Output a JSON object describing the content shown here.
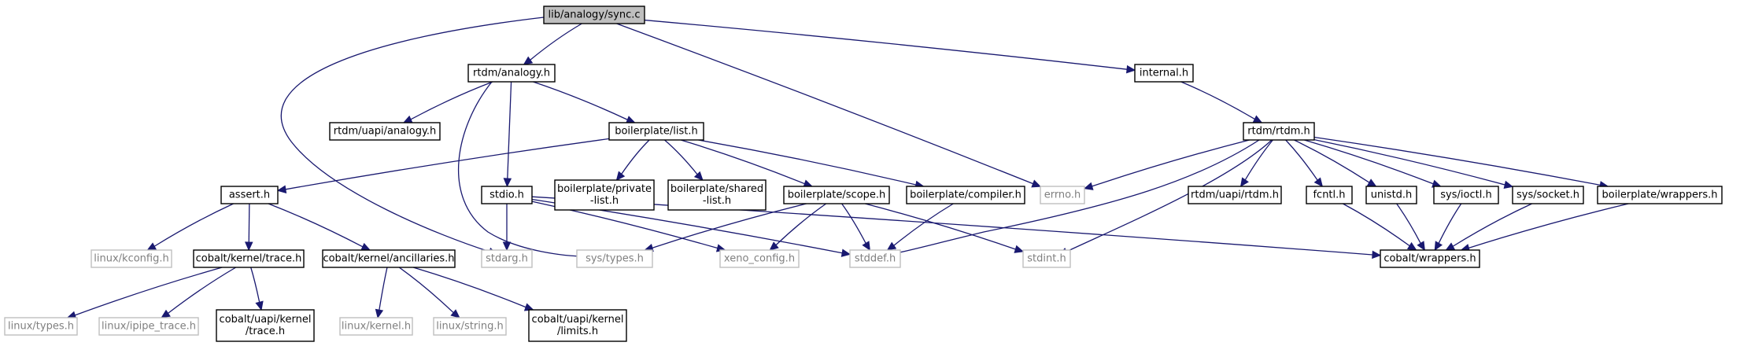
{
  "colors": {
    "edge": "#191970",
    "node_border": "#000000",
    "missing_border": "#bfbfbf",
    "root_fill": "#bfbfbf",
    "node_text": "#000000",
    "missing_text": "#7f7f7f"
  },
  "nodes": {
    "sync_c": {
      "lines": [
        "lib/analogy/sync.c"
      ],
      "style": "root"
    },
    "rtdm_analogy_h": {
      "lines": [
        "rtdm/analogy.h"
      ],
      "style": "normal"
    },
    "internal_h": {
      "lines": [
        "internal.h"
      ],
      "style": "normal"
    },
    "rtdm_uapi_analogy_h": {
      "lines": [
        "rtdm/uapi/analogy.h"
      ],
      "style": "normal"
    },
    "boilerplate_list_h": {
      "lines": [
        "boilerplate/list.h"
      ],
      "style": "normal"
    },
    "rtdm_rtdm_h": {
      "lines": [
        "rtdm/rtdm.h"
      ],
      "style": "normal"
    },
    "assert_h": {
      "lines": [
        "assert.h"
      ],
      "style": "normal"
    },
    "stdio_h": {
      "lines": [
        "stdio.h"
      ],
      "style": "normal"
    },
    "boilerplate_private_list_h": {
      "lines": [
        "boilerplate/private",
        "-list.h"
      ],
      "style": "normal"
    },
    "boilerplate_shared_list_h": {
      "lines": [
        "boilerplate/shared",
        "-list.h"
      ],
      "style": "normal"
    },
    "boilerplate_scope_h": {
      "lines": [
        "boilerplate/scope.h"
      ],
      "style": "normal"
    },
    "boilerplate_compiler_h": {
      "lines": [
        "boilerplate/compiler.h"
      ],
      "style": "normal"
    },
    "errno_h": {
      "lines": [
        "errno.h"
      ],
      "style": "missing"
    },
    "rtdm_uapi_rtdm_h": {
      "lines": [
        "rtdm/uapi/rtdm.h"
      ],
      "style": "normal"
    },
    "fcntl_h": {
      "lines": [
        "fcntl.h"
      ],
      "style": "normal"
    },
    "unistd_h": {
      "lines": [
        "unistd.h"
      ],
      "style": "normal"
    },
    "sys_ioctl_h": {
      "lines": [
        "sys/ioctl.h"
      ],
      "style": "normal"
    },
    "sys_socket_h": {
      "lines": [
        "sys/socket.h"
      ],
      "style": "normal"
    },
    "boilerplate_wrappers_h": {
      "lines": [
        "boilerplate/wrappers.h"
      ],
      "style": "normal"
    },
    "linux_kconfig_h": {
      "lines": [
        "linux/kconfig.h"
      ],
      "style": "missing"
    },
    "cobalt_kernel_trace_h": {
      "lines": [
        "cobalt/kernel/trace.h"
      ],
      "style": "normal"
    },
    "cobalt_kernel_ancillaries_h": {
      "lines": [
        "cobalt/kernel/ancillaries.h"
      ],
      "style": "normal"
    },
    "stdarg_h": {
      "lines": [
        "stdarg.h"
      ],
      "style": "missing"
    },
    "sys_types_h": {
      "lines": [
        "sys/types.h"
      ],
      "style": "missing"
    },
    "xeno_config_h": {
      "lines": [
        "xeno_config.h"
      ],
      "style": "missing"
    },
    "stddef_h": {
      "lines": [
        "stddef.h"
      ],
      "style": "missing"
    },
    "stdint_h": {
      "lines": [
        "stdint.h"
      ],
      "style": "missing"
    },
    "cobalt_wrappers_h": {
      "lines": [
        "cobalt/wrappers.h"
      ],
      "style": "normal"
    },
    "linux_types_h": {
      "lines": [
        "linux/types.h"
      ],
      "style": "missing"
    },
    "linux_ipipe_trace_h": {
      "lines": [
        "linux/ipipe_trace.h"
      ],
      "style": "missing"
    },
    "cobalt_uapi_kernel_trace_h": {
      "lines": [
        "cobalt/uapi/kernel",
        "/trace.h"
      ],
      "style": "normal"
    },
    "linux_kernel_h": {
      "lines": [
        "linux/kernel.h"
      ],
      "style": "missing"
    },
    "linux_string_h": {
      "lines": [
        "linux/string.h"
      ],
      "style": "missing"
    },
    "cobalt_uapi_kernel_limits_h": {
      "lines": [
        "cobalt/uapi/kernel",
        "/limits.h"
      ],
      "style": "normal"
    }
  },
  "edges": [
    [
      "sync_c",
      "rtdm_analogy_h"
    ],
    [
      "sync_c",
      "internal_h"
    ],
    [
      "sync_c",
      "errno_h"
    ],
    [
      "sync_c",
      "stdarg_h"
    ],
    [
      "rtdm_analogy_h",
      "rtdm_uapi_analogy_h"
    ],
    [
      "rtdm_analogy_h",
      "boilerplate_list_h"
    ],
    [
      "rtdm_analogy_h",
      "stdio_h"
    ],
    [
      "rtdm_analogy_h",
      "sys_types_h"
    ],
    [
      "internal_h",
      "rtdm_rtdm_h"
    ],
    [
      "boilerplate_list_h",
      "assert_h"
    ],
    [
      "boilerplate_list_h",
      "boilerplate_private_list_h"
    ],
    [
      "boilerplate_list_h",
      "boilerplate_shared_list_h"
    ],
    [
      "boilerplate_list_h",
      "boilerplate_scope_h"
    ],
    [
      "boilerplate_list_h",
      "boilerplate_compiler_h"
    ],
    [
      "rtdm_rtdm_h",
      "errno_h"
    ],
    [
      "rtdm_rtdm_h",
      "stddef_h"
    ],
    [
      "rtdm_rtdm_h",
      "stdint_h"
    ],
    [
      "rtdm_rtdm_h",
      "rtdm_uapi_rtdm_h"
    ],
    [
      "rtdm_rtdm_h",
      "fcntl_h"
    ],
    [
      "rtdm_rtdm_h",
      "unistd_h"
    ],
    [
      "rtdm_rtdm_h",
      "sys_ioctl_h"
    ],
    [
      "rtdm_rtdm_h",
      "sys_socket_h"
    ],
    [
      "rtdm_rtdm_h",
      "boilerplate_wrappers_h"
    ],
    [
      "assert_h",
      "linux_kconfig_h"
    ],
    [
      "assert_h",
      "cobalt_kernel_trace_h"
    ],
    [
      "assert_h",
      "cobalt_kernel_ancillaries_h"
    ],
    [
      "stdio_h",
      "stdarg_h"
    ],
    [
      "stdio_h",
      "xeno_config_h"
    ],
    [
      "stdio_h",
      "stddef_h"
    ],
    [
      "stdio_h",
      "cobalt_wrappers_h"
    ],
    [
      "boilerplate_scope_h",
      "sys_types_h"
    ],
    [
      "boilerplate_scope_h",
      "xeno_config_h"
    ],
    [
      "boilerplate_scope_h",
      "stddef_h"
    ],
    [
      "boilerplate_scope_h",
      "stdint_h"
    ],
    [
      "boilerplate_compiler_h",
      "stddef_h"
    ],
    [
      "fcntl_h",
      "cobalt_wrappers_h"
    ],
    [
      "unistd_h",
      "cobalt_wrappers_h"
    ],
    [
      "sys_ioctl_h",
      "cobalt_wrappers_h"
    ],
    [
      "sys_socket_h",
      "cobalt_wrappers_h"
    ],
    [
      "boilerplate_wrappers_h",
      "cobalt_wrappers_h"
    ],
    [
      "cobalt_kernel_trace_h",
      "linux_types_h"
    ],
    [
      "cobalt_kernel_trace_h",
      "linux_ipipe_trace_h"
    ],
    [
      "cobalt_kernel_trace_h",
      "cobalt_uapi_kernel_trace_h"
    ],
    [
      "cobalt_kernel_ancillaries_h",
      "linux_kernel_h"
    ],
    [
      "cobalt_kernel_ancillaries_h",
      "linux_string_h"
    ],
    [
      "cobalt_kernel_ancillaries_h",
      "cobalt_uapi_kernel_limits_h"
    ]
  ]
}
